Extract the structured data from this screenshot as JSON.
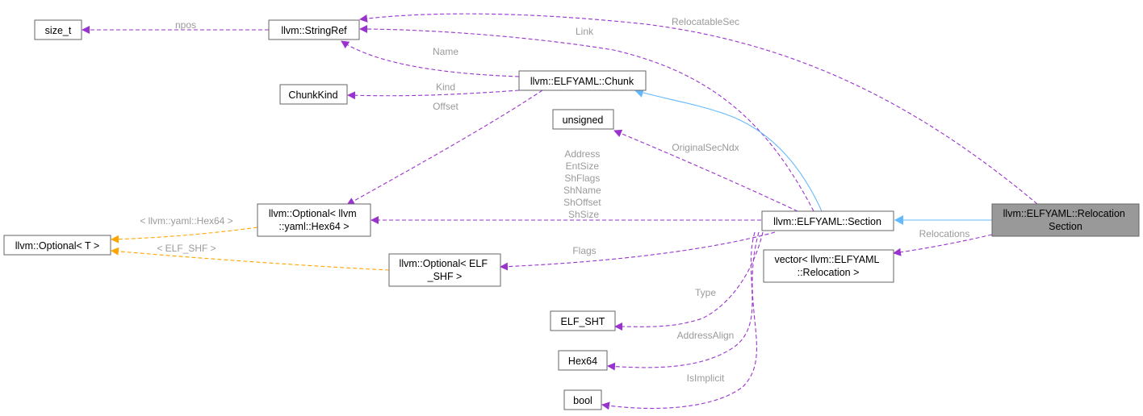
{
  "nodes": {
    "relocation_section": [
      "llvm::ELFYAML::Relocation",
      "Section"
    ],
    "section": [
      "llvm::ELFYAML::Section"
    ],
    "chunk": [
      "llvm::ELFYAML::Chunk"
    ],
    "stringref": [
      "llvm::StringRef"
    ],
    "size_t": [
      "size_t"
    ],
    "chunkkind": [
      "ChunkKind"
    ],
    "unsigned": [
      "unsigned"
    ],
    "optional_hex64": [
      "llvm::Optional< llvm",
      "::yaml::Hex64 >"
    ],
    "optional_t": [
      "llvm::Optional< T >"
    ],
    "optional_elf_shf": [
      "llvm::Optional< ELF",
      "_SHF >"
    ],
    "vector_relocation": [
      "vector< llvm::ELFYAML",
      "::Relocation >"
    ],
    "elf_sht": [
      "ELF_SHT"
    ],
    "hex64": [
      "Hex64"
    ],
    "bool": [
      "bool"
    ]
  },
  "edge_labels": {
    "npos": [
      "npos"
    ],
    "name": [
      "Name"
    ],
    "link": [
      "Link"
    ],
    "relocatable_sec": [
      "RelocatableSec"
    ],
    "kind": [
      "Kind"
    ],
    "offset": [
      "Offset"
    ],
    "original_sec_ndx": [
      "OriginalSecNdx"
    ],
    "address_group": [
      "Address",
      "EntSize",
      "ShFlags",
      "ShName",
      "ShOffset",
      "ShSize"
    ],
    "template_hex64": [
      "< llvm::yaml::Hex64 >"
    ],
    "template_elf_shf": [
      "< ELF_SHF >"
    ],
    "flags": [
      "Flags"
    ],
    "relocations": [
      "Relocations"
    ],
    "type": [
      "Type"
    ],
    "address_align": [
      "AddressAlign"
    ],
    "is_implicit": [
      "IsImplicit"
    ]
  },
  "colors": {
    "member_edge": "#9a32cd",
    "template_edge": "#ffa500",
    "inherit_edge": "#63b8ff",
    "focus_node_fill": "#999999",
    "node_border": "#666666",
    "edge_label": "#9a9a9a"
  }
}
